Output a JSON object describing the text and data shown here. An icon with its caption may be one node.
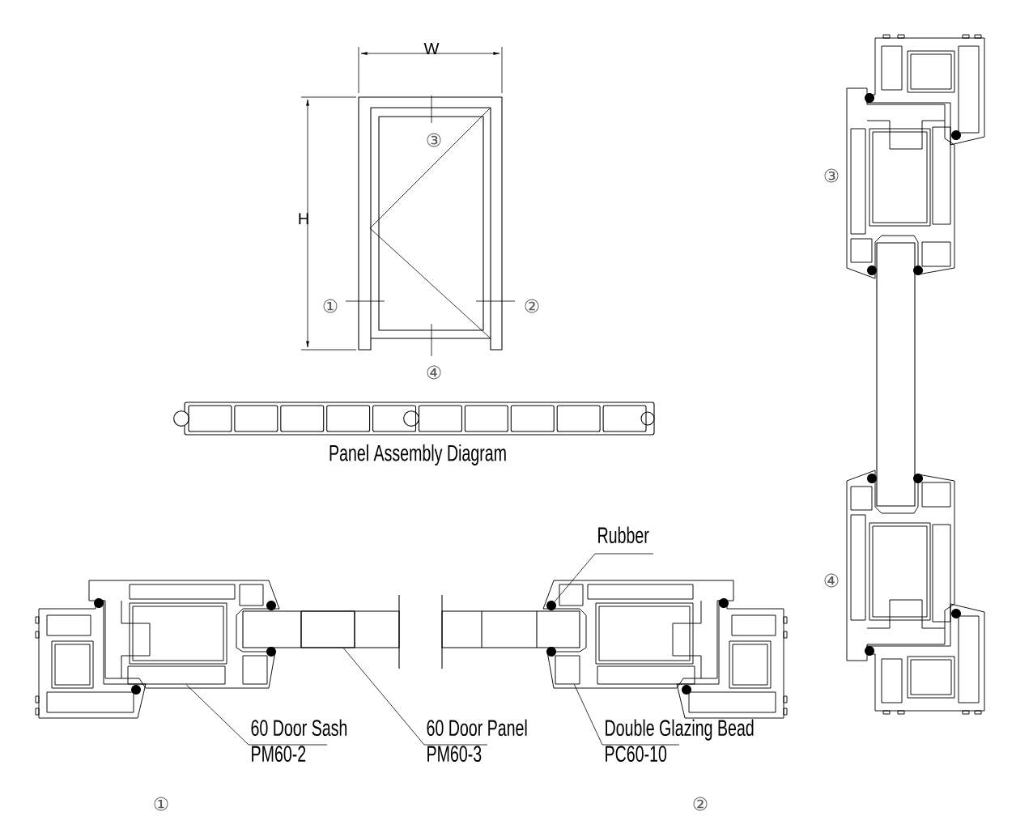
{
  "diagram": {
    "nodes": [
      {
        "text": [
          "Rubber"
        ]
      },
      {
        "text": [
          "60 Door Sash",
          "PM60-2"
        ]
      },
      {
        "text": [
          "60 Door Panel",
          "PM60-3"
        ]
      },
      {
        "text": [
          "Double Glazing Bead",
          "PC60-10"
        ]
      },
      {
        "text": [],
        "shape": "circle"
      },
      {
        "text": [],
        "shape": "box"
      },
      {
        "text": [],
        "shape": "box"
      },
      {
        "text": [],
        "shape": "box"
      }
    ],
    "edges": [
      {
        "from": 0,
        "to": 4,
        "arrow": "none"
      },
      {
        "from": 1,
        "to": 5,
        "arrow": "none"
      },
      {
        "from": 2,
        "to": 6,
        "arrow": "none"
      },
      {
        "from": 3,
        "to": 7,
        "arrow": "none"
      }
    ],
    "labels": [
      "W",
      "③",
      "③",
      "H",
      "①",
      "②",
      "④",
      "Panel Assembly Diagram",
      "④",
      "①",
      "②"
    ]
  }
}
